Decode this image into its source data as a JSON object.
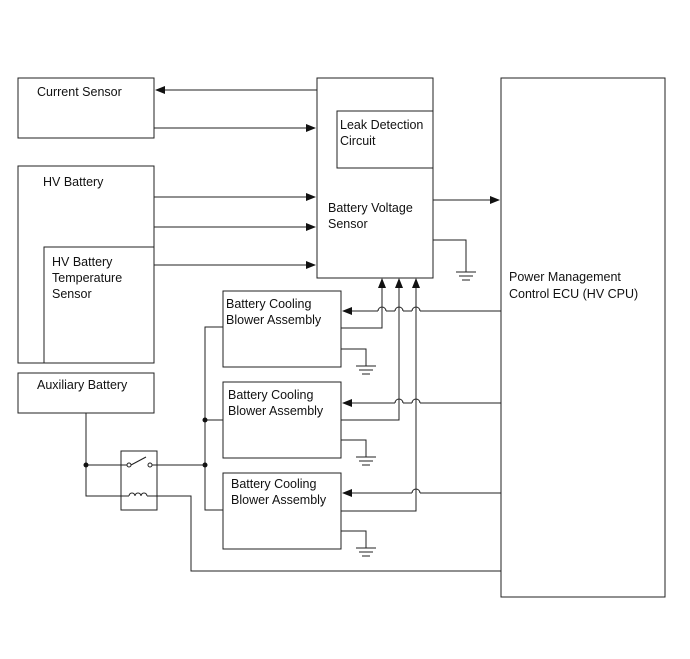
{
  "blocks": {
    "current_sensor": {
      "line1": "Current Sensor"
    },
    "hv_battery": {
      "line1": "HV Battery"
    },
    "hv_battery_temp_sensor": {
      "line1": "HV Battery",
      "line2": "Temperature",
      "line3": "Sensor"
    },
    "auxiliary_battery": {
      "line1": "Auxiliary Battery"
    },
    "battery_voltage_sensor": {
      "line1": "Battery Voltage",
      "line2": "Sensor"
    },
    "leak_detection_circuit": {
      "line1": "Leak Detection",
      "line2": "Circuit"
    },
    "power_management_ecu": {
      "line1": "Power Management",
      "line2": "Control ECU (HV CPU)"
    },
    "blower_1": {
      "line1": "Battery Cooling",
      "line2": "Blower Assembly"
    },
    "blower_2": {
      "line1": "Battery Cooling",
      "line2": "Blower Assembly"
    },
    "blower_3": {
      "line1": "Battery Cooling",
      "line2": "Blower Assembly"
    }
  }
}
